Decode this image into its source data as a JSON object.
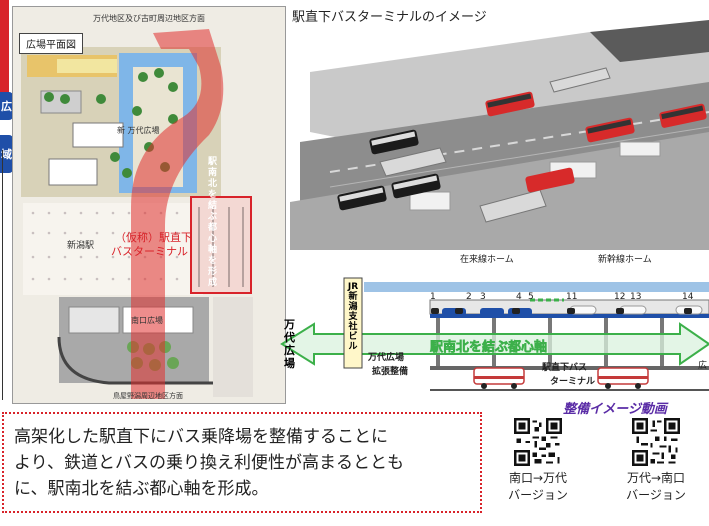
{
  "left_tabs": {
    "tab1": "広",
    "tab2": "域"
  },
  "plan": {
    "top_caption": "万代地区及び古町周辺地区方面",
    "title": "広場平面図",
    "label_new_bandai": "新 万代広場",
    "label_niigata_station": "新潟駅",
    "terminal_line1": "（仮称）駅直下",
    "terminal_line2": "バスターミナル",
    "axis_text": "駅南北を結ぶ都心軸を形成",
    "label_south_plaza": "南口広場",
    "label_bottom": "鳥屋野潟周辺地区方面"
  },
  "terminal_image": {
    "title": "駅直下バスターミナルのイメージ"
  },
  "cross_section": {
    "conventional_platform": "在来線ホーム",
    "shinkansen_platform": "新幹線ホーム",
    "track_numbers": [
      "1",
      "2",
      "3",
      "4",
      "5",
      "11",
      "12",
      "13",
      "14"
    ],
    "jr_building": "JR新潟支社ビル",
    "bandai_plaza": "万代広場",
    "plaza_expansion_1": "万代広場",
    "plaza_expansion_2": "拡張整備",
    "central_axis": "駅南北を結ぶ都心軸",
    "bus_terminal_1": "駅直下バス",
    "bus_terminal_2": "ターミナル",
    "right_edge": "広"
  },
  "caption": {
    "line1": "高架化した駅直下にバス乗降場を整備することに",
    "line2": "より、鉄道とバスの乗り換え利便性が高まるととも",
    "line3": "に、駅南北を結ぶ都心軸を形成。"
  },
  "video": {
    "title": "整備イメージ動画",
    "qr1_label_1": "南口→万代",
    "qr1_label_2": "バージョン",
    "qr2_label_1": "万代→南口",
    "qr2_label_2": "バージョン"
  },
  "colors": {
    "accent_red": "#d8232a",
    "accent_blue": "#1f4fa8",
    "axis_green": "#3cb04a",
    "video_purple": "#5a2ca6"
  }
}
